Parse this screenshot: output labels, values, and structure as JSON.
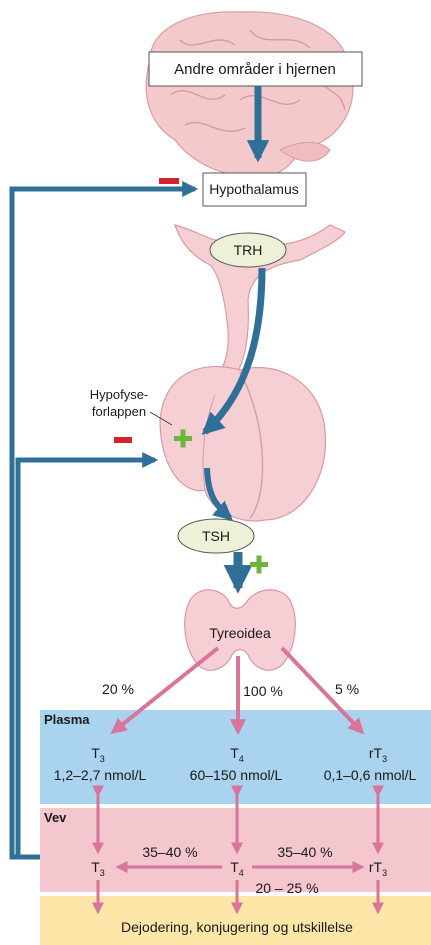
{
  "labels": {
    "other_areas": "Andre områder i hjernen",
    "hypothalamus": "Hypothalamus",
    "trh": "TRH",
    "pituitary_line1": "Hypofyse-",
    "pituitary_line2": "forlappen",
    "tsh": "TSH",
    "thyroid": "Tyreoidea",
    "plasma": "Plasma",
    "tissue": "Vev",
    "final": "Dejodering, konjugering og utskillelse"
  },
  "signs": {
    "minus": "−",
    "plus": "+"
  },
  "percentages": {
    "t3_out": "20 %",
    "t4_out": "100 %",
    "rt3_out": "5 %",
    "t4_to_t3": "35–40 %",
    "t4_to_rt3": "35–40 %",
    "t4_down": "20 – 25 %"
  },
  "plasma": {
    "t3": {
      "base": "T",
      "sub": "3",
      "pre": "",
      "range": "1,2–2,7 nmol/L"
    },
    "t4": {
      "base": "T",
      "sub": "4",
      "pre": "",
      "range": "60–150 nmol/L"
    },
    "rt3": {
      "base": "T",
      "sub": "3",
      "pre": "r",
      "range": "0,1–0,6 nmol/L"
    }
  },
  "tissue": {
    "t3": {
      "base": "T",
      "sub": "3",
      "pre": ""
    },
    "t4": {
      "base": "T",
      "sub": "4",
      "pre": ""
    },
    "rt3": {
      "base": "T",
      "sub": "3",
      "pre": "r"
    }
  },
  "colors": {
    "blue_arrow": "#2f6f98",
    "pink_arrow": "#d9749a",
    "brain": "#f3c9cc",
    "gland": "#f6cfd4",
    "plasma_band": "#a9d3ee",
    "tissue_band": "#f4c6cd",
    "final_band": "#fde6a8",
    "ellipse": "#eef0d8",
    "minus_red": "#d4232b",
    "plus_green": "#6cb33f"
  }
}
